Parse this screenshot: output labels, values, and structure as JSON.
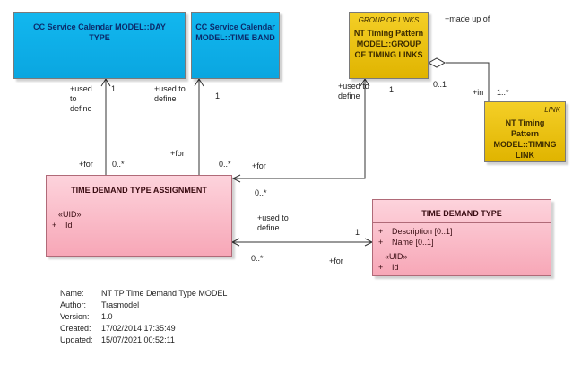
{
  "classes": {
    "day_type": {
      "title": "CC Service Calendar MODEL::DAY TYPE"
    },
    "time_band": {
      "title": "CC Service Calendar MODEL::TIME BAND"
    },
    "group_of_links": {
      "stereotype": "GROUP OF LINKS",
      "title": "NT Timing Pattern MODEL::GROUP OF TIMING LINKS"
    },
    "link": {
      "stereotype": "LINK",
      "title": "NT Timing Pattern MODEL::TIMING LINK"
    },
    "tdta": {
      "title": "TIME DEMAND TYPE ASSIGNMENT",
      "stereotype": "«UID»",
      "attr_marker": "+",
      "attr": "Id"
    },
    "tdt": {
      "title": "TIME DEMAND TYPE",
      "attrs": [
        {
          "marker": "+",
          "text": "Description [0..1]"
        },
        {
          "marker": "+",
          "text": "Name [0..1]"
        }
      ],
      "stereotype": "«UID»",
      "uid_marker": "+",
      "uid_attr": "Id"
    }
  },
  "labels": {
    "day_used": "+used\nto\ndefine",
    "day_one": "1",
    "day_for": "+for",
    "day_many": "0..*",
    "band_used": "+used to\ndefine",
    "band_one": "1",
    "band_for": "+for",
    "band_many": "0..*",
    "gol_made": "+made up of",
    "gol_zero": "0..1",
    "link_in": "+in",
    "link_many": "1..*",
    "gol_used": "+used to\ndefine",
    "gol_one": "1",
    "gol_for": "+for",
    "gol_many": "0..*",
    "tdt_used": "+used to\ndefine",
    "tdt_one": "1",
    "tdt_many": "0..*",
    "tdt_for": "+for"
  },
  "meta": {
    "name_label": "Name:",
    "name_value": "NT TP Time Demand Type MODEL",
    "author_label": "Author:",
    "author_value": "Trasmodel",
    "version_label": "Version:",
    "version_value": "1.0",
    "created_label": "Created:",
    "created_value": "17/02/2014 17:35:49",
    "updated_label": "Updated:",
    "updated_value": "15/07/2021 00:52:11"
  }
}
